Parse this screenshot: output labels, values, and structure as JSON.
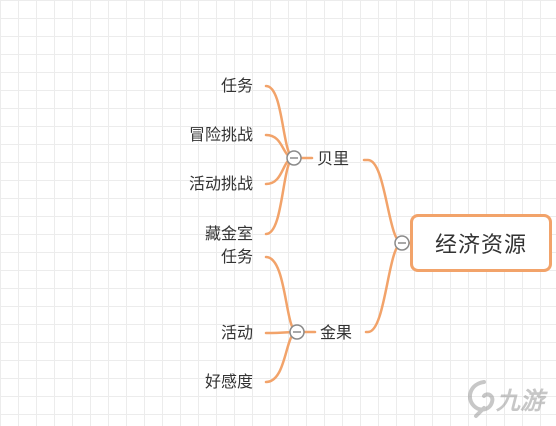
{
  "colors": {
    "connector": "#f2a36a",
    "collapse_circle": "#8a8a8a",
    "text": "#333333",
    "watermark": "#9a9a9a"
  },
  "root": {
    "label": "经济资源"
  },
  "branches": [
    {
      "label": "贝里",
      "children": [
        "任务",
        "冒险挑战",
        "活动挑战",
        "藏金室"
      ]
    },
    {
      "label": "金果",
      "children": [
        "任务",
        "活动",
        "好感度"
      ]
    }
  ],
  "watermark": {
    "text": "九游"
  }
}
